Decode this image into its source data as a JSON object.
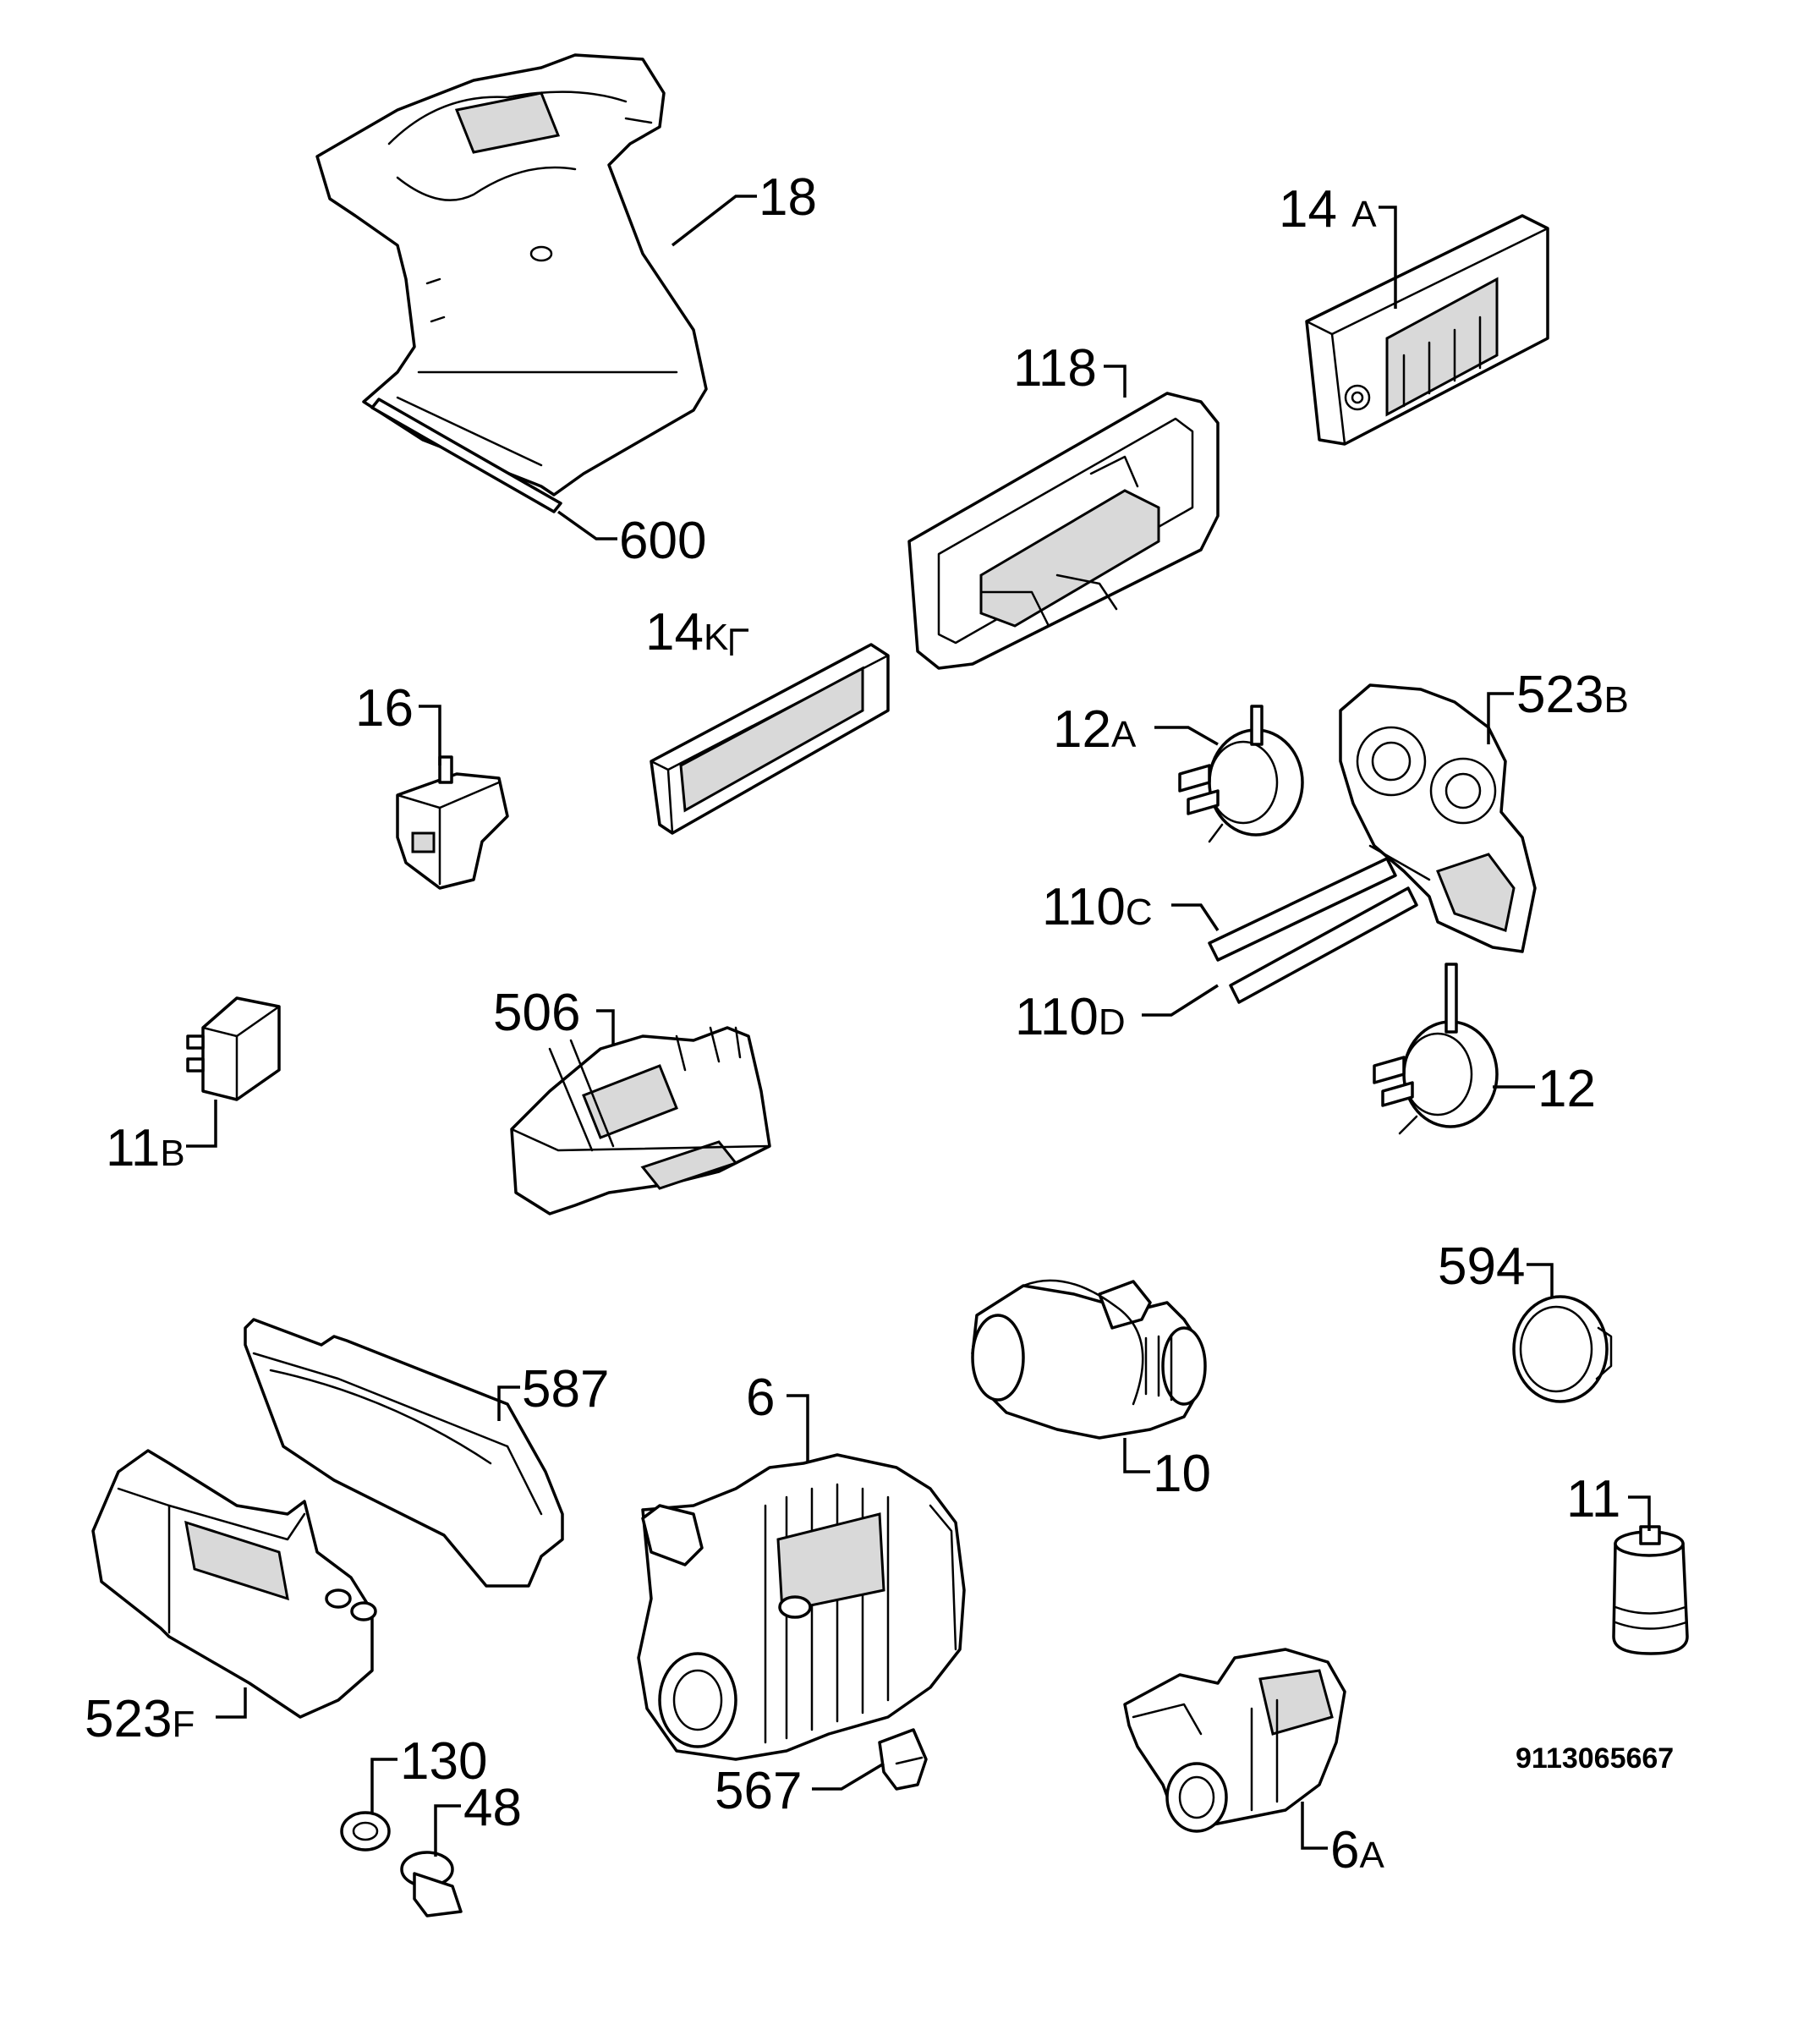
{
  "labels": [
    {
      "id": "18",
      "num": "18",
      "sfx": ""
    },
    {
      "id": "600",
      "num": "600",
      "sfx": ""
    },
    {
      "id": "14a",
      "num": "14",
      "sfx": "A"
    },
    {
      "id": "118",
      "num": "118",
      "sfx": ""
    },
    {
      "id": "14k",
      "num": "14",
      "sfx": "K"
    },
    {
      "id": "16",
      "num": "16",
      "sfx": ""
    },
    {
      "id": "12a",
      "num": "12",
      "sfx": "A"
    },
    {
      "id": "523b",
      "num": "523",
      "sfx": "B"
    },
    {
      "id": "110c",
      "num": "110",
      "sfx": "C"
    },
    {
      "id": "110d",
      "num": "110",
      "sfx": "D"
    },
    {
      "id": "12",
      "num": "12",
      "sfx": ""
    },
    {
      "id": "506",
      "num": "506",
      "sfx": ""
    },
    {
      "id": "11b",
      "num": "11",
      "sfx": "B"
    },
    {
      "id": "594",
      "num": "594",
      "sfx": ""
    },
    {
      "id": "587",
      "num": "587",
      "sfx": ""
    },
    {
      "id": "6",
      "num": "6",
      "sfx": ""
    },
    {
      "id": "10",
      "num": "10",
      "sfx": ""
    },
    {
      "id": "11",
      "num": "11",
      "sfx": ""
    },
    {
      "id": "523f",
      "num": "523",
      "sfx": "F"
    },
    {
      "id": "130",
      "num": "130",
      "sfx": ""
    },
    {
      "id": "48",
      "num": "48",
      "sfx": ""
    },
    {
      "id": "567",
      "num": "567",
      "sfx": ""
    },
    {
      "id": "6a",
      "num": "6",
      "sfx": "A"
    }
  ],
  "document_number": "9113065667"
}
